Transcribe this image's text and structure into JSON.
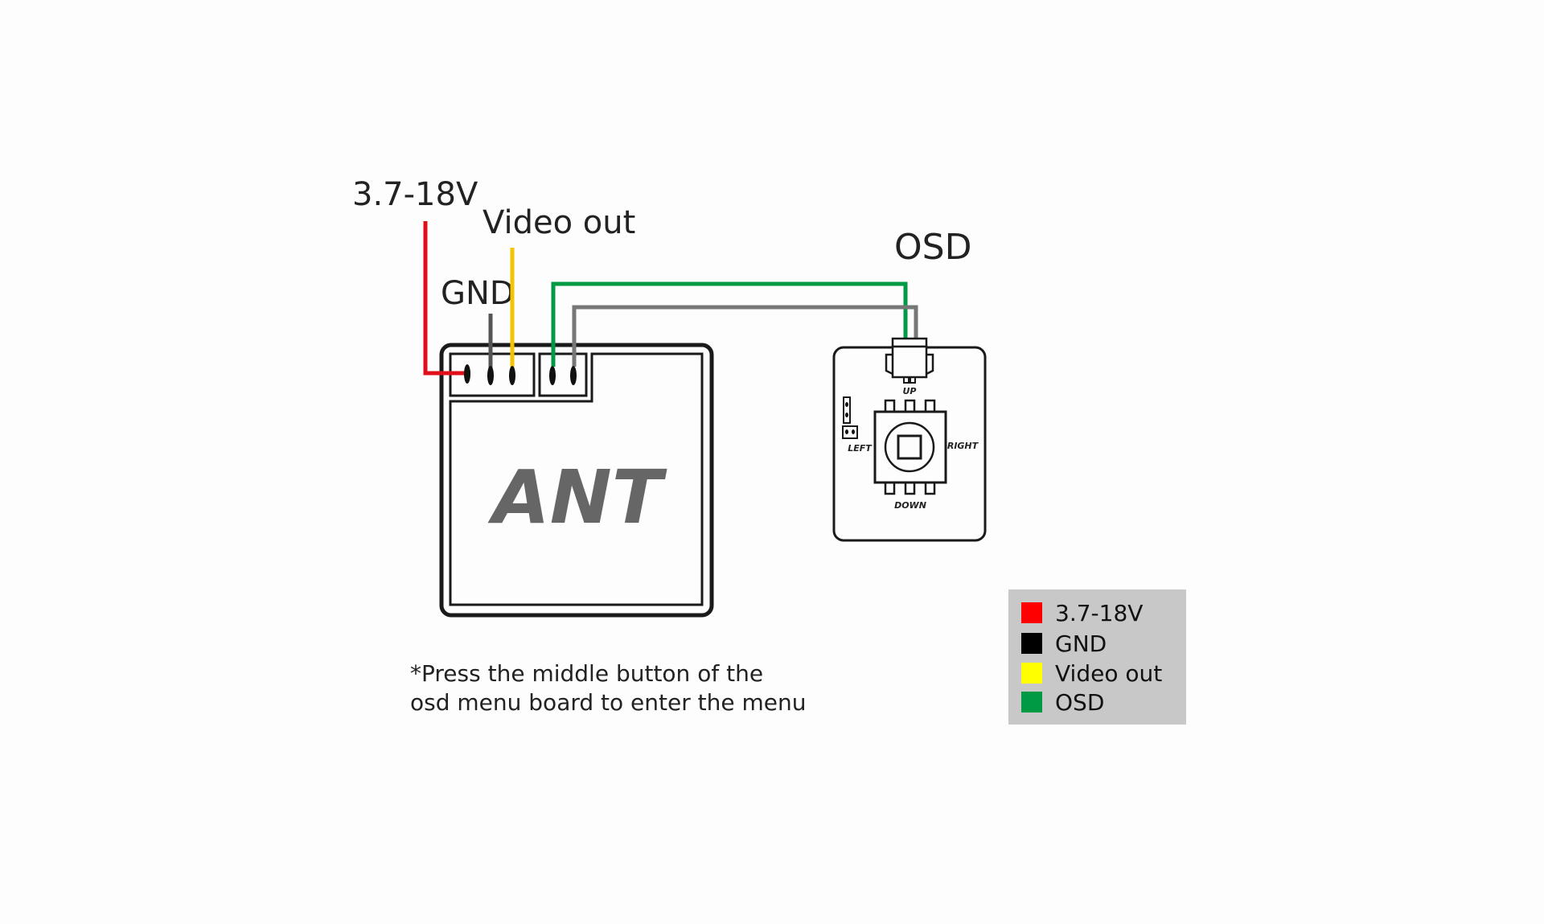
{
  "labels": {
    "power": "3.7-18V",
    "video": "Video out",
    "gnd": "GND",
    "osd": "OSD"
  },
  "camera": {
    "logo": "ANT"
  },
  "osd_board": {
    "up": "UP",
    "down": "DOWN",
    "left": "LEFT",
    "right": "RIGHT"
  },
  "note": {
    "line1": "*Press the middle button of the",
    "line2": "osd menu board to enter the menu"
  },
  "wire_colors": {
    "power": "#e0101a",
    "gnd": "#555555",
    "video": "#f5c400",
    "osd_a": "#009944",
    "osd_b": "#777777"
  },
  "legend": {
    "items": [
      {
        "label": "3.7-18V",
        "color": "#ff0000"
      },
      {
        "label": "GND",
        "color": "#000000"
      },
      {
        "label": "Video out",
        "color": "#ffff00"
      },
      {
        "label": "OSD",
        "color": "#009944"
      }
    ]
  }
}
